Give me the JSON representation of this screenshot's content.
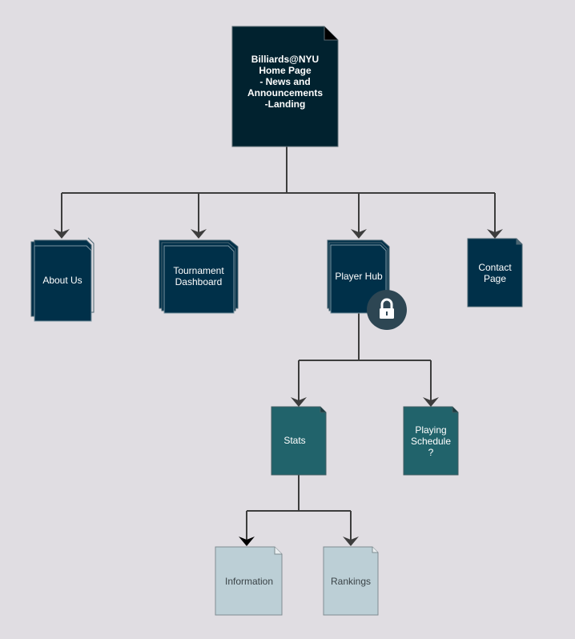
{
  "colors": {
    "background": "#e0dde2",
    "connector": "#3d3d3d",
    "root_fill": "#01222f",
    "level1_fill": "#003049",
    "level2_fill": "#21636b",
    "level3_fill": "#bccfd6",
    "lock_badge": "#2d4653",
    "light_text": "#ffffff",
    "dark_text": "#3a4347"
  },
  "nodes": {
    "root": {
      "lines": [
        "Billiards@NYU",
        "Home Page",
        "- News and",
        "Announcements",
        "-Landing"
      ]
    },
    "about": {
      "lines": [
        "About Us"
      ]
    },
    "tournament": {
      "lines": [
        "Tournament",
        "Dashboard"
      ]
    },
    "player_hub": {
      "lines": [
        "Player Hub"
      ],
      "badge_icon": "lock-icon"
    },
    "contact": {
      "lines": [
        "Contact",
        "Page"
      ]
    },
    "stats": {
      "lines": [
        "Stats"
      ]
    },
    "schedule": {
      "lines": [
        "Playing",
        "Schedule",
        "?"
      ]
    },
    "information": {
      "lines": [
        "Information"
      ]
    },
    "rankings": {
      "lines": [
        "Rankings"
      ]
    }
  }
}
